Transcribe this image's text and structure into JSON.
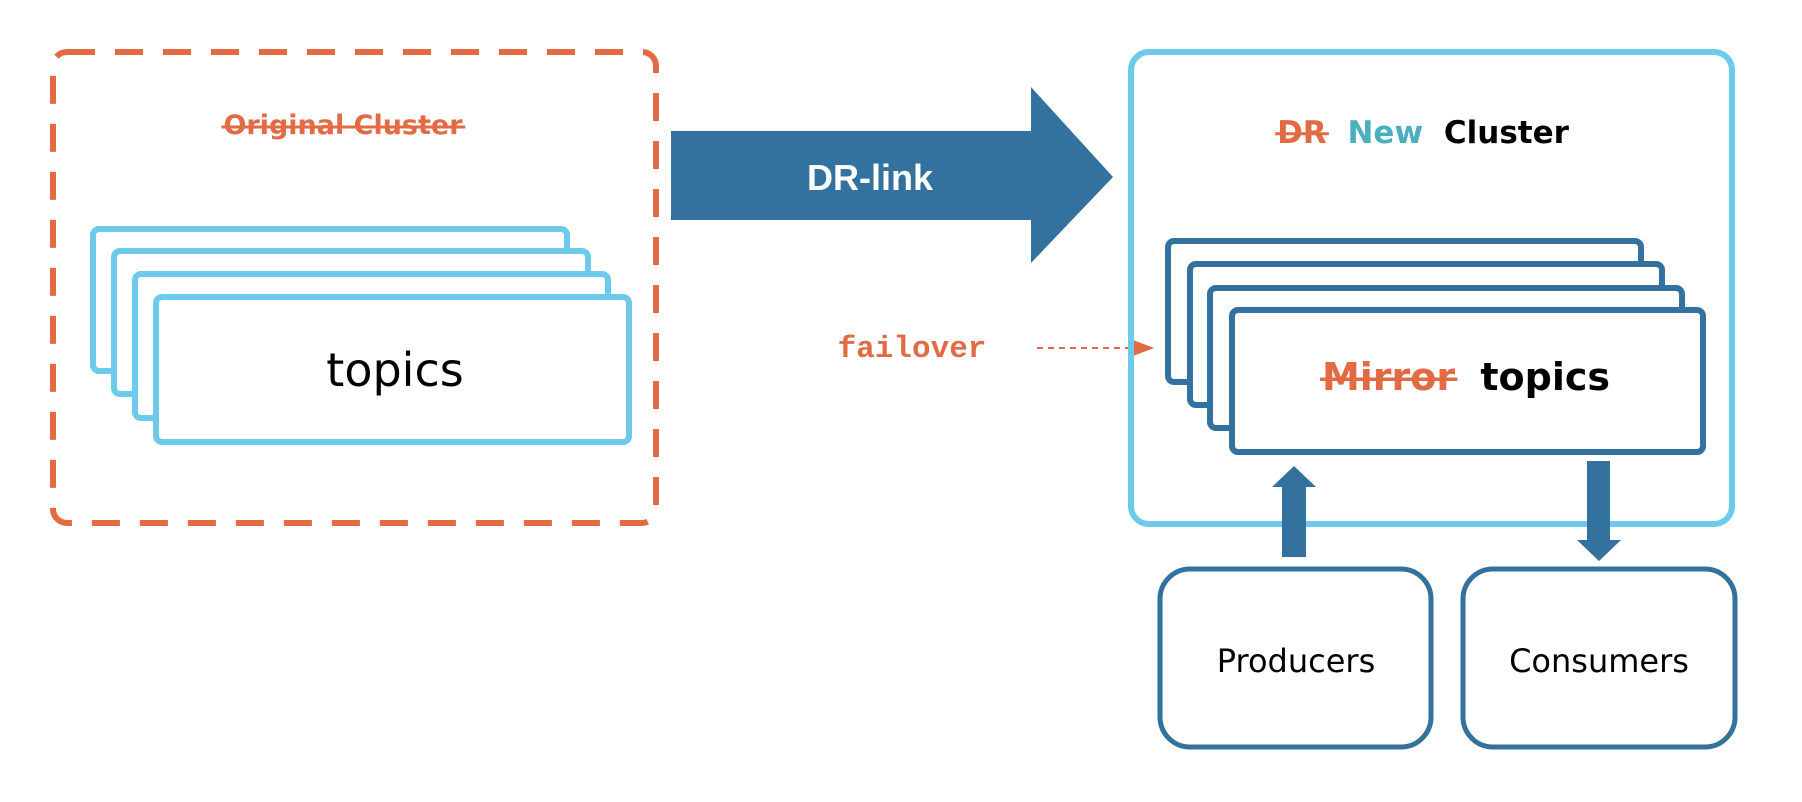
{
  "colors": {
    "orange": "#e26b43",
    "light_blue": "#6ccbea",
    "dark_blue": "#33729e",
    "teal": "#4aafbf",
    "black": "#000000",
    "white": "#ffffff"
  },
  "original_cluster": {
    "title": "Original Cluster",
    "title_struck": true,
    "border_style": "dashed",
    "topics_label": "topics",
    "topic_stack_count": 4
  },
  "dr_link": {
    "label": "DR-link"
  },
  "failover": {
    "label": "failover"
  },
  "new_cluster": {
    "title_parts": [
      {
        "text": "DR",
        "struck": true,
        "color_key": "orange"
      },
      {
        "text": "New",
        "struck": false,
        "color_key": "teal"
      },
      {
        "text": "Cluster",
        "struck": false,
        "color_key": "black"
      }
    ],
    "topics_parts": [
      {
        "text": "Mirror",
        "struck": true,
        "color_key": "orange"
      },
      {
        "text": "topics",
        "struck": false,
        "color_key": "black"
      }
    ],
    "topic_stack_count": 4
  },
  "clients": {
    "producers": {
      "label": "Producers",
      "direction": "up"
    },
    "consumers": {
      "label": "Consumers",
      "direction": "down"
    }
  }
}
